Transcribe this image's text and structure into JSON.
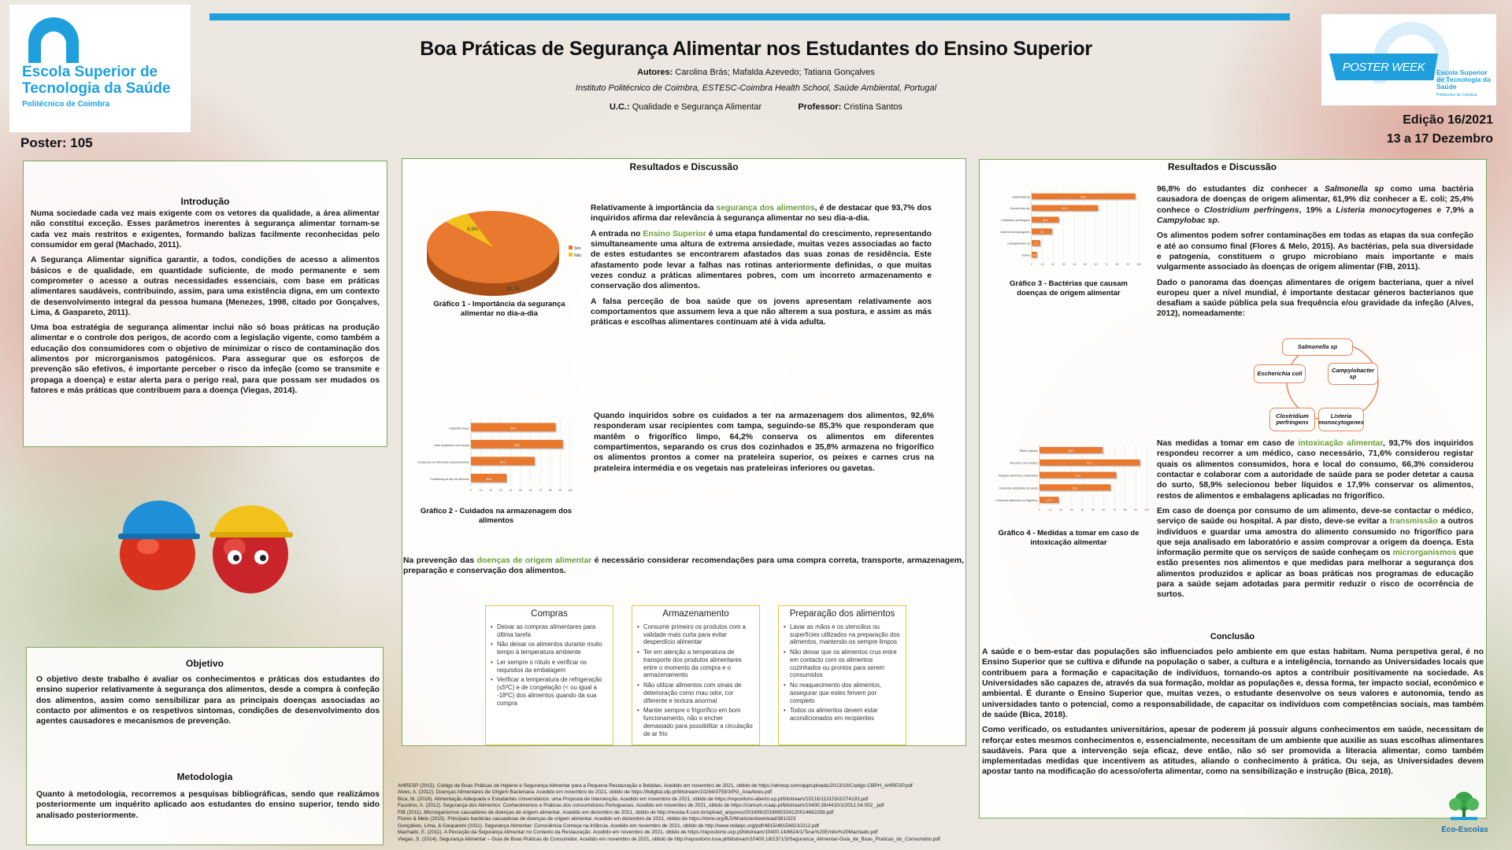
{
  "header": {
    "school_name": "Escola Superior de Tecnologia da Saúde",
    "school_sub": "Politécnico de Coimbra",
    "title": "Boa Práticas de Segurança Alimentar nos Estudantes do Ensino Superior",
    "authors_label": "Autores:",
    "authors": "Carolina Brás; Mafalda Azevedo; Tatiana Gonçalves",
    "institution": "Instituto Politécnico de Coimbra, ESTESC-Coimbra Health School, Saúde Ambiental, Portugal",
    "uc_label": "U.C.:",
    "uc": "Qualidade e Segurança Alimentar",
    "prof_label": "Professor:",
    "prof": "Cristina Santos",
    "poster_number": "Poster: 105",
    "poster_week": "POSTER WEEK",
    "poster_week_school": "Escola Superior de Tecnologia da Saúde",
    "poster_week_sub": "Politécnico de Coimbra",
    "edition": "Edição 16/2021",
    "dates": "13 a 17 Dezembro"
  },
  "intro": {
    "title": "Introdução",
    "p1": "Numa sociedade cada vez mais exigente com os vetores da qualidade, a área alimentar não constitui exceção. Esses parâmetros inerentes à segurança alimentar tornam-se cada vez mais restritos e exigentes, formando balizas facilmente reconhecidas pelo consumidor em geral (Machado, 2011).",
    "p2": "A Segurança Alimentar significa garantir, a todos, condições de acesso a alimentos básicos e de qualidade, em quantidade suficiente, de modo permanente e sem comprometer o acesso a outras necessidades essenciais, com base em práticas alimentares saudáveis, contribuindo, assim, para uma existência digna, em um contexto de desenvolvimento integral da pessoa humana (Menezes, 1998, citado por Gonçalves, Lima, & Gaspareto, 2011).",
    "p3": "Uma boa estratégia de segurança alimentar inclui não só boas práticas na produção alimentar e o controle dos perigos, de acordo com a legislação vigente, como também a educação dos consumidores com o objetivo de minimizar o risco de contaminação dos alimentos por microrganismos patogénicos. Para assegurar que os esforços de prevenção são efetivos, é importante perceber o risco da infeção (como se transmite e propaga a doença) e estar alerta para o perigo real, para que possam ser mudados os fatores e más práticas que contribuem para a doença (Viegas, 2014)."
  },
  "objetivo": {
    "title": "Objetivo",
    "text": "O objetivo deste trabalho é avaliar os conhecimentos e práticas dos estudantes do ensino superior relativamente à segurança dos alimentos, desde a compra à confeção dos alimentos, assim como sensibilizar para as principais doenças associadas ao contacto por alimentos e os respetivos sintomas, condições de desenvolvimento dos agentes causadores e mecanismos de prevenção."
  },
  "metodologia": {
    "title": "Metodologia",
    "text": "Quanto à metodologia, recorremos a pesquisas bibliográficas, sendo que realizámos posteriormente um inquérito aplicado aos estudantes do ensino superior, tendo sido analisado posteriormente."
  },
  "results1": {
    "title": "Resultados e Discussão",
    "p1_a": "Relativamente à importância da ",
    "p1_hl": "segurança dos alimentos",
    "p1_b": ", é de destacar que 93,7% dos inquiridos afirma dar relevância à segurança alimentar no seu dia-a-dia.",
    "p2_a": "A entrada no ",
    "p2_hl": "Ensino Superior",
    "p2_b": " é uma etapa fundamental do crescimento, representando simultaneamente uma altura de extrema ansiedade, muitas vezes associadas ao facto de estes estudantes se encontrarem afastados das suas zonas de residência. Este afastamento pode levar a falhas nas rotinas anteriormente definidas, o que muitas vezes conduz a práticas alimentares pobres, com um incorreto armazenamento e conservação dos alimentos.",
    "p3": "A falsa perceção de boa saúde que os jovens apresentam relativamente aos comportamentos que assumem leva a que não alterem a sua postura, e assim as más práticas e escolhas alimentares continuam até à vida adulta.",
    "p4": "Quando inquiridos sobre os cuidados a ter na armazenagem dos alimentos, 92,6% responderam usar recipientes com tampa, seguindo-se 85,3% que responderam que mantêm o frigorífico limpo, 64,2% conserva os alimentos em diferentes compartimentos, separando os crus dos cozinhados e 35,8% armazena no frigorífico os alimentos prontos a comer na prateleira superior, os peixes e carnes crus na prateleira intermédia e os vegetais nas prateleiras inferiores ou gavetas.",
    "p5_a": "Na prevenção das ",
    "p5_hl": "doenças de origem alimentar",
    "p5_b": " é necessário considerar recomendações para uma compra correta, transporte, armazenagem, preparação e conservação dos alimentos.",
    "cap1": "Gráfico 1 - Importância da segurança alimentar no dia-a-dia",
    "cap2": "Gráfico 2 - Cuidados na armazenagem dos alimentos"
  },
  "boxes": [
    {
      "title": "Compras",
      "items": [
        "Deixar as compras alimentares para última tarefa",
        "Não deixar os alimentos durante muito tempo à temperatura ambiente",
        "Ler sempre o rótulo e verificar os requisitos da embalagem",
        "Verificar a temperatura de refrigeração (≤5ºC) e de congelação (< ou igual a -18ºC) dos alimentos quando da sua compra"
      ]
    },
    {
      "title": "Armazenamento",
      "items": [
        "Consumir primeiro os produtos com a validade mais curta para evitar desperdício alimentar",
        "Ter em atenção a temperatura de transporte dos produtos alimentares entre o momento da compra e o armazenamento",
        "Não utilizar alimentos com sinais de deterioração como mau odor, cor diferente e textura anormal",
        "Manter sempre o frigorífico em bom funcionamento, não o encher demasiado para possibilitar a circulação de ar frio"
      ]
    },
    {
      "title": "Preparação dos alimentos",
      "items": [
        "Lavar as mãos e os utensílios ou superfícies utilizados na preparação dos alimentos, mantendo-os sempre limpos",
        "Não deixar que os alimentos crus entre em contacto com os alimentos cozinhados ou prontos para serem consumidos",
        "No reaquecimento dos alimentos, assegurar que estes fervem por completo",
        "Todos os alimentos devem estar acondicionados em recipientes"
      ]
    }
  ],
  "results2": {
    "title": "Resultados e Discussão",
    "p1_a": "96,8% do estudantes diz conhecer a ",
    "p1_i1": "Salmonella sp",
    "p1_b": " como uma bactéria causadora de doenças de origem alimentar, 61,9% diz conhecer a E. coli; 25,4% conhece o ",
    "p1_i2": "Clostridium perfringens",
    "p1_c": ", 19% a ",
    "p1_i3": "Listeria monocytogenes",
    "p1_d": " e 7,9% a ",
    "p1_i4": "Campylobac sp",
    "p1_e": ".",
    "p2": "Os alimentos podem sofrer contaminações em todas as etapas da sua confeção e até ao consumo final (Flores & Melo, 2015). As bactérias, pela sua diversidade e patogenia, constituem o grupo microbiano mais importante e mais vulgarmente associado às doenças de origem alimentar (FIB, 2011).",
    "p3": "Dado o panorama das doenças alimentares de origem bacteriana, quer a nível europeu quer a nível mundial, é importante destacar géneros bacterianos que desafiam a saúde pública pela sua frequência e/ou gravidade da infeção (Alves, 2012), nomeadamente:",
    "p4_a": "Nas medidas a tomar em caso de ",
    "p4_hl": "intoxicação alimentar",
    "p4_b": ", 93,7% dos inquiridos respondeu recorrer a um médico, caso necessário, 71,6% considerou registar quais os alimentos consumidos, hora e local do consumo, 66,3% considerou contactar e colaborar com a autoridade de saúde para se poder detetar a causa do surto, 58,9% selecionou beber líquidos e 17,9% conservar os alimentos, restos de alimentos e embalagens aplicadas no frigorífico.",
    "p5_a": "Em caso de doença por consumo de um alimento, deve-se contactar o médico, serviço de saúde ou hospital. A par disto, deve-se evitar a ",
    "p5_hl1": "transmissão",
    "p5_b": " a outros indivíduos e guardar uma amostra do alimento consumido no frigorífico para que seja analisado em laboratório e assim comprovar a origem da doença. Esta informação permite que os serviços de saúde conheçam os ",
    "p5_hl2": "microrganismos",
    "p5_c": " que estão presentes nos alimentos e que medidas para melhorar a segurança dos alimentos produzidos e aplicar as boas práticas nos programas de educação para a saúde sejam adotadas para permitir reduzir o risco de ocorrência de surtos.",
    "cap3": "Gráfico 3 - Bactérias que causam doenças de origem alimentar",
    "cap4": "Gráfico 4 - Medidas a tomar em caso de intoxicação alimentar",
    "bacteria": [
      "Salmonella sp",
      "Escherichia coli",
      "Campylobacter sp",
      "Clostridium perfringens",
      "Listeria monocytogenes"
    ]
  },
  "conclusao": {
    "title": "Conclusão",
    "p1": "A saúde e o bem-estar das populações são influenciados pelo ambiente em que estas habitam. Numa perspetiva geral, é no Ensino Superior que se cultiva e difunde na população o saber, a cultura e a inteligência, tornando as Universidades locais que contribuem para a formação e capacitação de indivíduos, tornando-os aptos a contribuir positivamente na sociedade. As Universidades são capazes de, através da sua formação, moldar as populações e, dessa forma, ter impacto social, económico e ambiental. É durante o Ensino Superior que, muitas vezes, o estudante desenvolve os seus valores e autonomia, tendo as universidades tanto o potencial, como a responsabilidade, de capacitar os indivíduos com competências sociais, mas também de saúde (Bica, 2018).",
    "p2": "Como verificado, os estudantes universitários, apesar de poderem já possuir alguns conhecimentos em saúde, necessitam de reforçar estes mesmos conhecimentos e, essencialmente, necessitam de um ambiente que auxilie as suas escolhas alimentares saudáveis. Para que a intervenção seja eficaz, deve então, não só ser promovida a literacia alimentar, como também implementadas medidas que incentivem as atitudes, aliando o conhecimento à prática. Ou seja, as Universidades devem apostar tanto na modificação do acesso/oferta alimentar, como na sensibilização e instrução (Bica, 2018)."
  },
  "references": [
    "AHRESP (2015). Código de Boas Práticas de Higiene e Segurança Alimentar para a Pequena Restauração e Bebidas. Acedido em novembro de 2021, obtido de https://ahresp.com/app/uploads/2013/10/Codigo-CBPH_AHRESP.pdf",
    "Alves, A. (2012). Doenças Alimentares de Origem Bacteriana. Acedido em novembro de 2021, obtido de https://bdigital.ufp.pt/bitstream/10284/3759/3/PG_AnaAlves.pdf",
    "Bica, M. (2018). Alimentação Adequada e Estudantes Universitários: uma Proposta de Intervenção. Acedido em novembro de 2021, obtido de https://repositorio-aberto.up.pt/bitstream/10216/113153/2/274193.pdf",
    "Faustino, A. (2012). Segurança dos Alimentos: Conhecimentos e Práticas dos consumidores Portugueses. Acedido em novembro de 2021, obtido de https://comum.rcaap.pt/bitstream/10400.26/4410/1/2012.04.002_.pdf",
    "FIB (2011). Microrganismos causadores de doenças de origem alimentar. Acedido em dezembro de 2021, obtido de http://revista-fi.com.br/upload_arquivos/201606/2016060334120014662358.pdf",
    "Flores & Melo (2015). Principais bactérias causadoras de doenças de origem alimentar. Acedido em dezembro de 2021, obtido de https://rbmv.org/BJVM/article/download/381/323",
    "Gonçalves, Lima, & Gaspareto (2011). Segurança Alimentar: Consciência Começa na Infância. Acedido em novembro de 2021, obtido de http://www.redalyc.org/pdf/4815/481548210212.pdf",
    "Machado, E. (2011). A Perceção da Segurança Alimentar no Contexto da Restauração. Acedido em novembro de 2021, obtido de https://repositorio.ucp.pt/bitstream/10400.14/8624/1/Tese%20Emilio%20Machado.pdf",
    "Viegas, S. (2014). Segurança Alimentar – Guia de Boas Práticas do Consumidor. Acedido em novembro de 2021, obtido de http://repositorio.insa.pt/bitstream/10400.18/2371/3/Seguranca_Alimentar-Guia_de_Boas_Praticas_do_Consumidor.pdf"
  ],
  "eco": "Eco-Escolas",
  "colors": {
    "accent_blue": "#1fa0dd",
    "orange": "#e8792f",
    "green_border": "#7ea95a",
    "highlight_green": "#6a9e3a"
  },
  "chart_data": [
    {
      "type": "pie",
      "title": "",
      "categories": [
        "Sim",
        "Não"
      ],
      "values": [
        93.7,
        6.3
      ],
      "data_labels": [
        "93,7%",
        "6,3%"
      ],
      "legend_position": "right"
    },
    {
      "type": "bar",
      "orientation": "horizontal",
      "title": "",
      "categories": [
        "Frigorífico limpo",
        "Usar recipientes com tampa",
        "Conservar em diferentes compartimentos",
        "Prateleiras por tipo de alimento"
      ],
      "values": [
        85.3,
        92.6,
        64.2,
        35.8
      ]
    },
    {
      "type": "bar",
      "orientation": "horizontal",
      "title": "",
      "categories": [
        "Salmonella sp",
        "Escherichia coli",
        "Clostridium perfringens",
        "Listeria monocytogenes",
        "Campylobacter sp",
        "Outras"
      ],
      "values": [
        96.8,
        61.9,
        25.4,
        19.0,
        7.9,
        4.8
      ]
    },
    {
      "type": "bar",
      "orientation": "horizontal",
      "title": "",
      "categories": [
        "Beber líquidos",
        "Recorrer a um médico",
        "Registar alimentos consumidos",
        "Contactar autoridade de saúde",
        "Conservar alimentos no frigorífico"
      ],
      "values": [
        58.9,
        93.7,
        71.6,
        66.3,
        17.9
      ]
    }
  ]
}
